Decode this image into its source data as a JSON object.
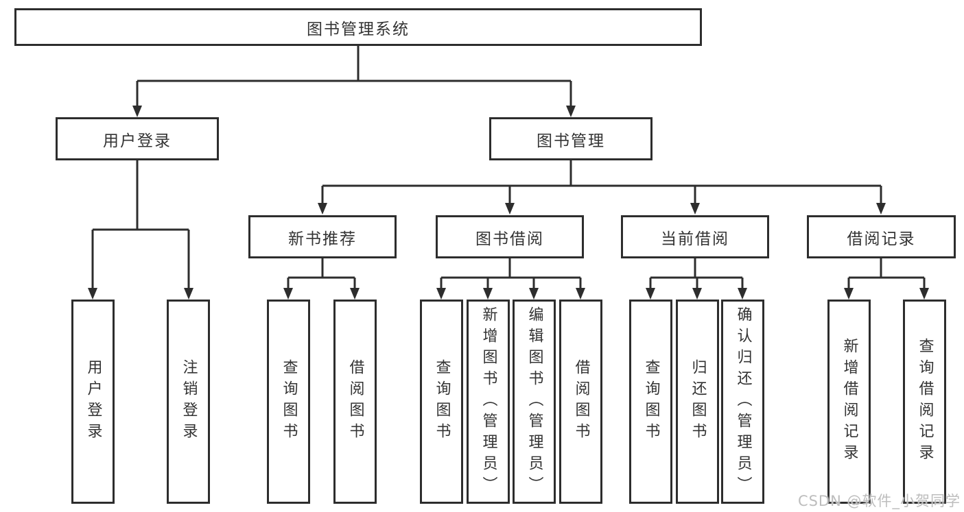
{
  "diagram": {
    "title_node": "图书管理系统",
    "colors": {
      "line": "#2d2d2d",
      "text": "#333333",
      "background": "#ffffff",
      "watermark": "#bdbdbd"
    },
    "tree": {
      "root": "图书管理系统",
      "level2": [
        {
          "label": "用户登录"
        },
        {
          "label": "图书管理"
        }
      ],
      "level3": [
        {
          "label": "新书推荐",
          "parent": "图书管理"
        },
        {
          "label": "图书借阅",
          "parent": "图书管理"
        },
        {
          "label": "当前借阅",
          "parent": "图书管理"
        },
        {
          "label": "借阅记录",
          "parent": "图书管理"
        }
      ],
      "leaves": [
        {
          "label": "用户登录",
          "parent": "用户登录"
        },
        {
          "label": "注销登录",
          "parent": "用户登录"
        },
        {
          "label": "查询图书",
          "parent": "新书推荐"
        },
        {
          "label": "借阅图书",
          "parent": "新书推荐"
        },
        {
          "label": "查询图书",
          "parent": "图书借阅"
        },
        {
          "label": "新增图书（管理员）",
          "parent": "图书借阅"
        },
        {
          "label": "编辑图书（管理员）",
          "parent": "图书借阅"
        },
        {
          "label": "借阅图书",
          "parent": "图书借阅"
        },
        {
          "label": "查询图书",
          "parent": "当前借阅"
        },
        {
          "label": "归还图书",
          "parent": "当前借阅"
        },
        {
          "label": "确认归还（管理员）",
          "parent": "当前借阅"
        },
        {
          "label": "新增借阅记录",
          "parent": "借阅记录"
        },
        {
          "label": "查询借阅记录",
          "parent": "借阅记录"
        }
      ]
    }
  },
  "watermark": {
    "text": "CSDN @软件_小贺同学"
  }
}
